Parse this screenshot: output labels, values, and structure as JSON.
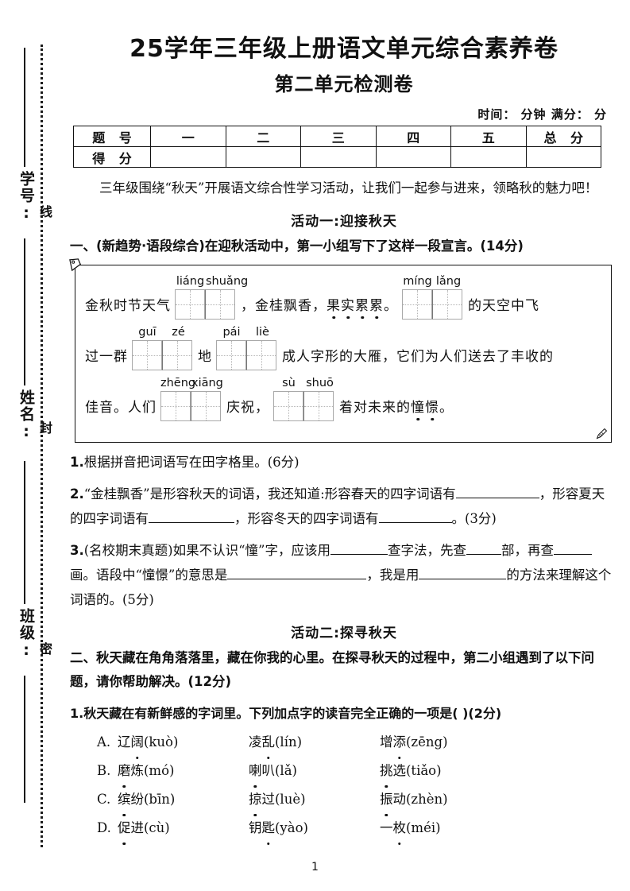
{
  "margin": {
    "labels": [
      {
        "text": "学号:"
      },
      {
        "text": "姓名:"
      },
      {
        "text": "班级:"
      }
    ],
    "seal": [
      {
        "text": "线"
      },
      {
        "text": "封"
      },
      {
        "text": "密"
      }
    ]
  },
  "header": {
    "title": "25学年三年级上册语文单元综合素养卷",
    "subtitle": "第二单元检测卷",
    "meta": "时间： 分钟 满分： 分"
  },
  "score_table": {
    "rows": [
      {
        "head": "题  号",
        "cells": [
          "一",
          "二",
          "三",
          "四",
          "五",
          "总  分"
        ]
      },
      {
        "head": "得  分",
        "cells": [
          "",
          "",
          "",
          "",
          "",
          ""
        ]
      }
    ]
  },
  "intro": "三年级围绕“秋天”开展语文综合性学习活动，让我们一起参与进来，领略秋的魅力吧！",
  "activity1": {
    "heading": "活动一:迎接秋天",
    "major_q": "一、(新趋势·语段综合)在迎秋活动中，第一小组写下了这样一段宣言。(14分)",
    "passage": {
      "line1": {
        "pre": "金秋时节天气",
        "grid1": {
          "pinyin": [
            "liáng",
            "shuǎng"
          ],
          "cells": 2
        },
        "mid": "，金桂飘香，",
        "dotted": "果实累累",
        "mid2": "。",
        "grid2": {
          "pinyin": [
            "míng",
            "lǎng"
          ],
          "cells": 2
        },
        "post": "的天空中飞"
      },
      "line2": {
        "pre": "过一群",
        "grid1": {
          "pinyin": [
            "guī",
            "zé"
          ],
          "cells": 2
        },
        "mid": "地",
        "grid2": {
          "pinyin": [
            "pái",
            "liè"
          ],
          "cells": 2
        },
        "post": "成人字形的大雁，它们为人们送去了丰收的"
      },
      "line3": {
        "pre": "佳音。人们",
        "grid1": {
          "pinyin": [
            "zhēng",
            "xiāng"
          ],
          "cells": 2
        },
        "mid": "庆祝，",
        "grid2": {
          "pinyin": [
            "sù",
            "shuō"
          ],
          "cells": 2
        },
        "post": "着对未来的",
        "dotted": "憧憬",
        "post2": "。"
      }
    },
    "q1": {
      "num": "1.",
      "text": "根据拼音把词语写在田字格里。(6分)"
    },
    "q2": {
      "num": "2.",
      "part1": "“金桂飘香”是形容秋天的词语，我还知道:形容春天的四字词语有",
      "part2": "，形容夏天的四字词语有",
      "part3": "，形容冬天的四字词语有",
      "part4": "。(3分)"
    },
    "q3": {
      "num": "3.",
      "part1": "(名校期末真题)如果不认识“憧”字，应该用",
      "part2": "查字法，先查",
      "part3": "部，再查",
      "part4": "画。语段中“憧憬”的意思是",
      "part5": "，我是用",
      "part6": "的方法来理解这个词语的。(5分)"
    }
  },
  "activity2": {
    "heading": "活动二:探寻秋天",
    "major_q": "二、秋天藏在角角落落里，藏在你我的心里。在探寻秋天的过程中，第二小组遇到了以下问题，请你帮助解决。(12分)",
    "q1": {
      "num": "1.",
      "text": "秋天藏在有新鲜感的字词里。下列加点字的读音完全正确的一项是(        )(2分)",
      "options": [
        {
          "label": "A.",
          "items": [
            {
              "word": "辽",
              "dot": "阔",
              "pinyin": "(kuò)"
            },
            {
              "word": "凌",
              "dot": "乱",
              "pinyin": "(lín)"
            },
            {
              "word": "增",
              "dot": "添",
              "pinyin": "(zēng)"
            }
          ]
        },
        {
          "label": "B.",
          "items": [
            {
              "word": "磨",
              "dot": "炼",
              "pinyin": "(mó)"
            },
            {
              "word": "喇",
              "dot": "叭",
              "pinyin": "(lǎ)"
            },
            {
              "word": "挑",
              "dot": "选",
              "pinyin": "(tiǎo)"
            }
          ]
        },
        {
          "label": "C.",
          "items": [
            {
              "word": "缤",
              "dot": "纷",
              "pinyin": "(bīn)"
            },
            {
              "word": "掠",
              "dot": "过",
              "pinyin": "(luè)"
            },
            {
              "word": "振",
              "dot": "动",
              "pinyin": "(zhèn)"
            }
          ]
        },
        {
          "label": "D.",
          "items": [
            {
              "word": "促",
              "dot": "进",
              "pinyin": "(cù)"
            },
            {
              "word": "钥",
              "dot": "匙",
              "pinyin": "(yào)"
            },
            {
              "word": "一",
              "dot": "枚",
              "pinyin": "(méi)"
            }
          ]
        }
      ]
    }
  },
  "footer": {
    "page_number": "1"
  }
}
